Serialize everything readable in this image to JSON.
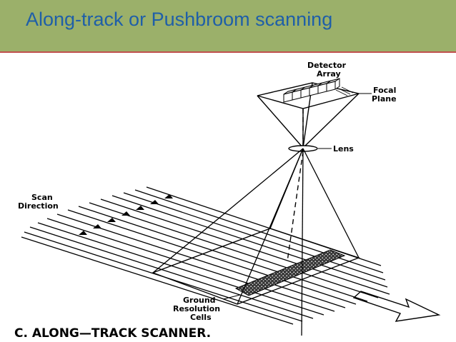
{
  "header": {
    "title": "Along-track or Pushbroom scanning"
  },
  "diagram": {
    "labels": {
      "detector_1": "Detector",
      "detector_2": "Array",
      "focal_1": "Focal",
      "focal_2": "Plane",
      "lens": "Lens",
      "scan_1": "Scan",
      "scan_2": "Direction",
      "ground_1": "Ground",
      "ground_2": "Resolution",
      "ground_3": "Cells"
    },
    "caption": "C.  ALONG—TRACK SCANNER."
  },
  "colors": {
    "header_bg": "#9bb06a",
    "header_border": "#c0504d",
    "title": "#1f5fa8"
  }
}
